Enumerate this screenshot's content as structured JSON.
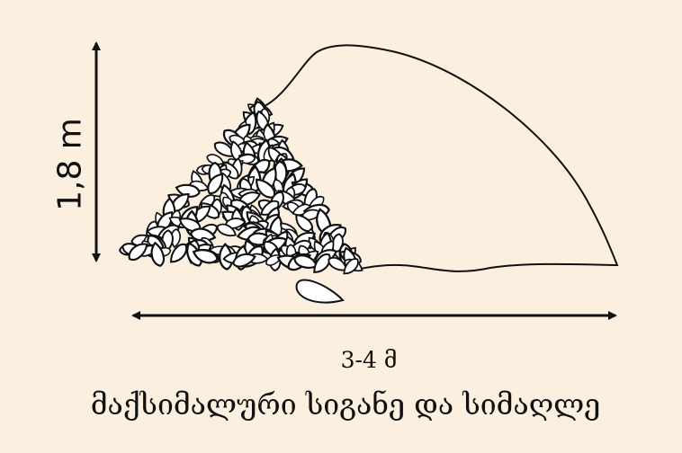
{
  "diagram": {
    "height_label": "1,8 m",
    "width_label": "3-4 მ",
    "caption": "მაქსიმალური სიგანე და სიმაღლე"
  },
  "colors": {
    "background": "#fbefdf",
    "line": "#111111",
    "leaf_fill": "#ffffff"
  },
  "icons": {
    "leaf": "teardrop-leaf-icon",
    "arrow": "double-headed-arrow-icon"
  }
}
